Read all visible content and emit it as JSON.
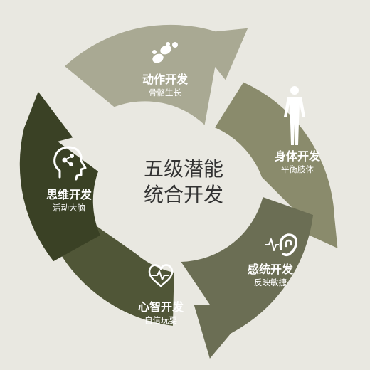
{
  "center": {
    "line1": "五级潜能",
    "line2": "统合开发"
  },
  "segments": [
    {
      "title": "动作开发",
      "subtitle": "骨骼生长",
      "icon": "footprints-icon",
      "color": "#a9a993"
    },
    {
      "title": "身体开发",
      "subtitle": "平衡肢体",
      "icon": "human-body-icon",
      "color": "#8a8b6c"
    },
    {
      "title": "感统开发",
      "subtitle": "反映敏捷",
      "icon": "ear-hearing-icon",
      "color": "#6b6e54"
    },
    {
      "title": "心智开发",
      "subtitle": "自信玩耍",
      "icon": "heart-pulse-icon",
      "color": "#505637"
    },
    {
      "title": "思维开发",
      "subtitle": "活动大脑",
      "icon": "brain-head-icon",
      "color": "#3a4125"
    }
  ]
}
